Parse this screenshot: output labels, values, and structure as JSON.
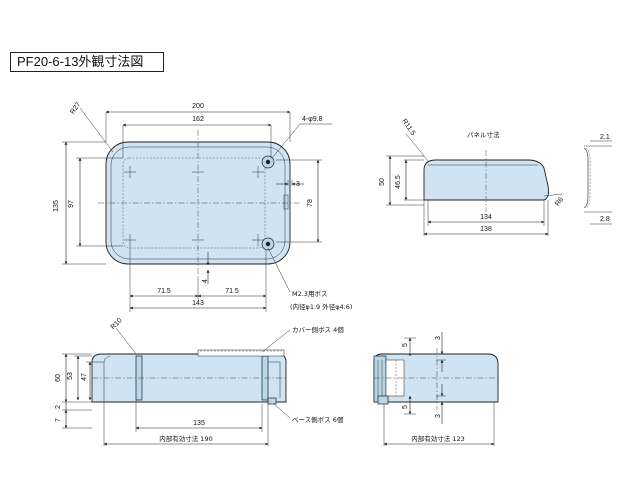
{
  "title": "PF20-6-13外観寸法図",
  "front_view": {
    "dim_200": "200",
    "dim_162": "162",
    "dim_135": "135",
    "dim_97": "97",
    "dim_78": "78",
    "dim_3": "3",
    "dim_4": "4",
    "dim_71_5_left": "71.5",
    "dim_71_5_right": "71.5",
    "dim_143": "143",
    "radius_r27": "R27",
    "hole_note": "4-φ9.8",
    "boss_note_1": "M2.3用ボス",
    "boss_note_2": "(内径φ1.9 外径φ4.6)"
  },
  "side_view": {
    "panel_label": "パネル寸法",
    "radius_r11_5": "R11.5",
    "radius_r6": "R6",
    "dim_50": "50",
    "dim_46_5": "46.5",
    "dim_134": "134",
    "dim_138": "138",
    "dim_2_1": "2.1",
    "dim_2_8": "2.8"
  },
  "bottom_left_view": {
    "radius_r10": "R10",
    "cover_boss_note": "カバー側ボス 4個",
    "base_boss_note": "ベース側ボス 6個",
    "dim_60": "60",
    "dim_53": "53",
    "dim_47": "47",
    "dim_2": "2",
    "dim_7": "7",
    "dim_135": "135",
    "inner_length": "内部有効寸法 190"
  },
  "bottom_right_view": {
    "dim_5_top": "5",
    "dim_3_top": "3",
    "dim_5_bottom": "5",
    "dim_3_bottom": "3",
    "inner_length": "内部有効寸法 123"
  }
}
